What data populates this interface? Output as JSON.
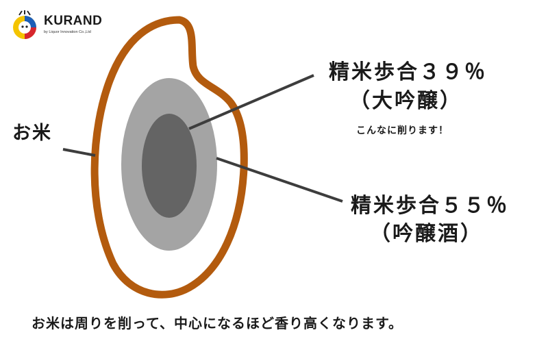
{
  "logo": {
    "brand": "KURAND",
    "tagline": "by Liquor Innovation Co.,Ltd",
    "icon": "sake-cat-mascot-icon"
  },
  "labels": {
    "rice": "お米",
    "ratio39": "精米歩合３９％",
    "ratio39_type": "（大吟醸）",
    "note": "こんなに削ります！",
    "ratio55": "精米歩合５５％",
    "ratio55_type": "（吟醸酒）"
  },
  "caption": "お米は周りを削って、中心になるほど香り高くなります。",
  "colors": {
    "grain_outline": "#b35b0e",
    "ring_55": "#a4a4a4",
    "core_39": "#646464",
    "leader_line": "#3d3d3d"
  }
}
